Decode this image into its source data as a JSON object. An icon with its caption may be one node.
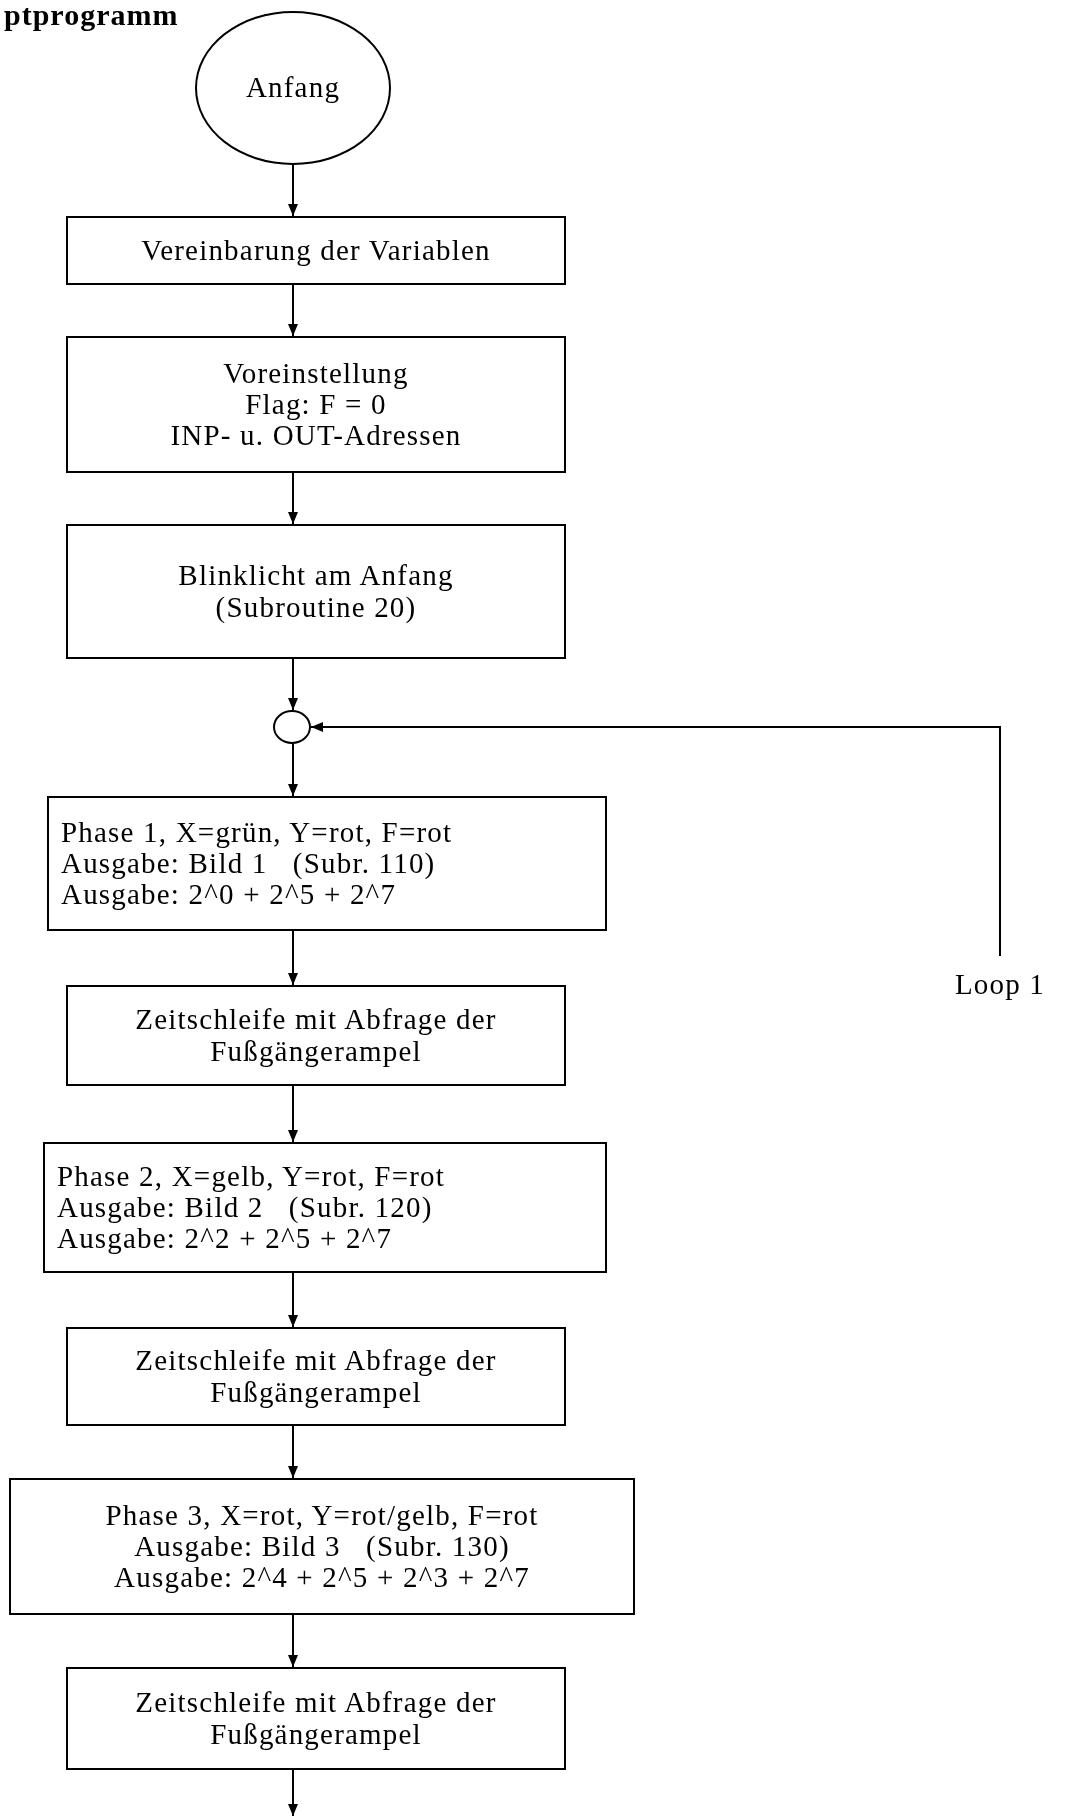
{
  "diagram": {
    "title": "ptprogramm",
    "nodes": [
      {
        "text": [
          "Anfang"
        ]
      },
      {
        "text": [
          "Vereinbarung der Variablen"
        ]
      },
      {
        "text": [
          "Voreinstellung",
          "Flag: F = 0",
          "INP- u. OUT-Adressen"
        ]
      },
      {
        "text": [
          "Blinklicht am Anfang",
          "(Subroutine 20)"
        ]
      },
      {
        "text": [],
        "shape": "circle"
      },
      {
        "text": [
          "Phase 1, X=grün, Y=rot, F=rot",
          "Ausgabe: Bild 1   (Subr. 110)",
          "Ausgabe: 2^0 + 2^5 + 2^7"
        ]
      },
      {
        "text": [
          "Zeitschleife mit Abfrage der Fußgängerampel"
        ]
      },
      {
        "text": [
          "Phase 2, X=gelb, Y=rot, F=rot",
          "Ausgabe: Bild 2   (Subr. 120)",
          "Ausgabe: 2^2 + 2^5 + 2^7"
        ]
      },
      {
        "text": [
          "Zeitschleife mit Abfrage der Fußgängerampel"
        ]
      },
      {
        "text": [
          "Phase 3, X=rot, Y=rot/gelb, F=rot",
          "Ausgabe: Bild 3   (Subr. 130)",
          "Ausgabe: 2^4 + 2^5 + 2^3 + 2^7"
        ]
      },
      {
        "text": [
          "Zeitschleife mit Abfrage der Fußgängerampel"
        ]
      },
      {
        "text": [
          "Loop 1"
        ]
      }
    ],
    "edges": [
      {
        "from": 0,
        "to": 1,
        "arrow": "to"
      },
      {
        "from": 1,
        "to": 2,
        "arrow": "to"
      },
      {
        "from": 2,
        "to": 3,
        "arrow": "to"
      },
      {
        "from": 3,
        "to": 4,
        "arrow": "to"
      },
      {
        "from": 4,
        "to": 5,
        "arrow": "to"
      },
      {
        "from": 5,
        "to": 6,
        "arrow": "to"
      },
      {
        "from": 6,
        "to": 7,
        "arrow": "to"
      },
      {
        "from": 7,
        "to": 8,
        "arrow": "to"
      },
      {
        "from": 8,
        "to": 9,
        "arrow": "to"
      },
      {
        "from": 9,
        "to": 10,
        "arrow": "to"
      },
      {
        "from": 10,
        "to": null,
        "arrow": "to"
      },
      {
        "from": 11,
        "to": 4,
        "arrow": "to"
      }
    ]
  }
}
